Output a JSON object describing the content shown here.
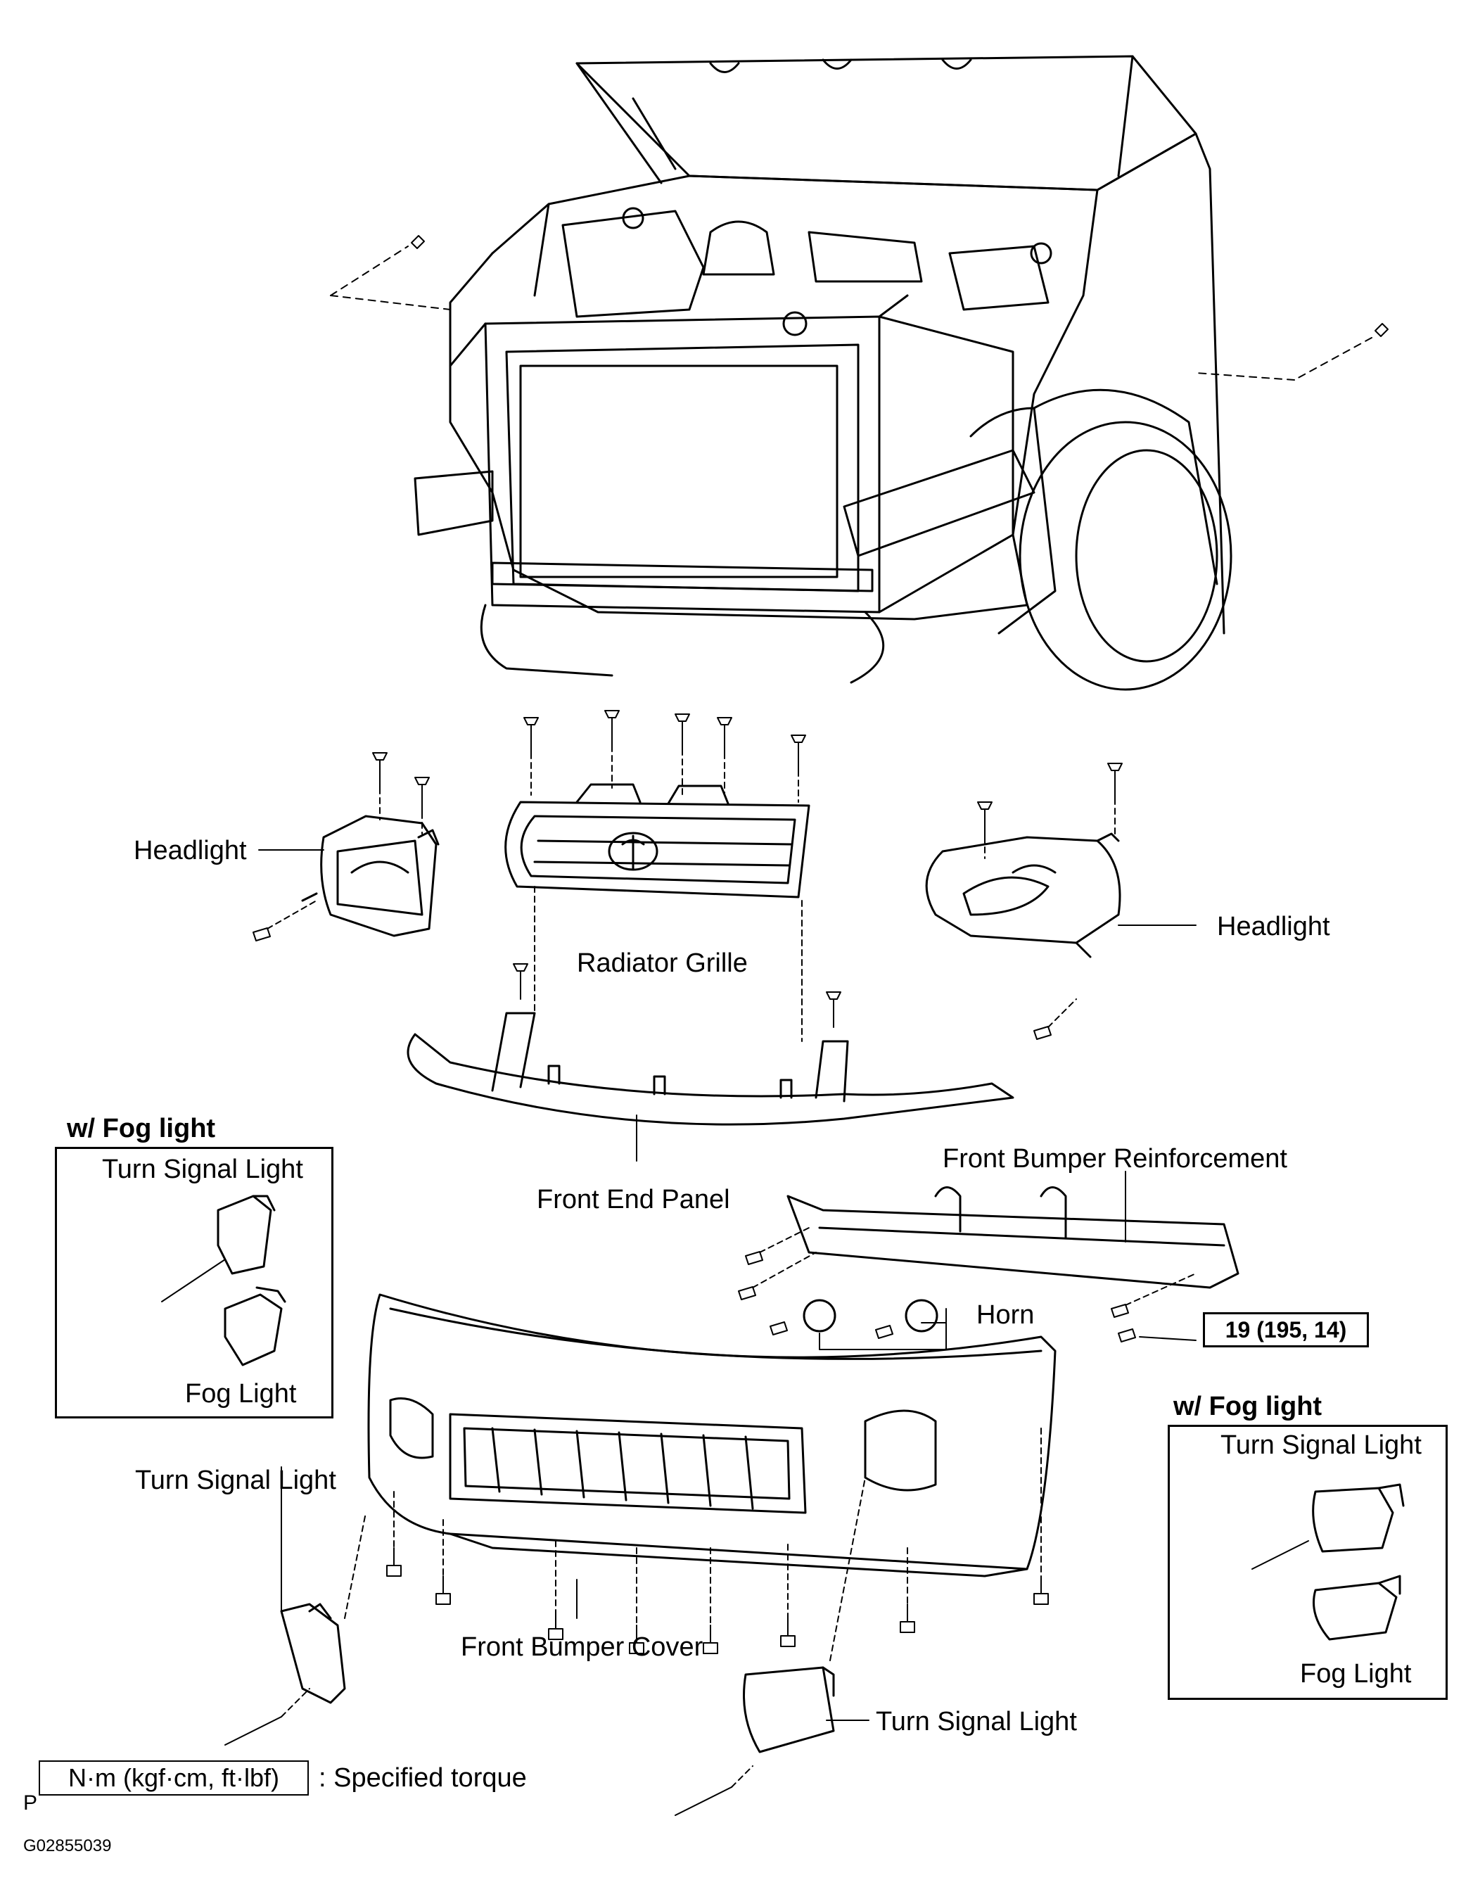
{
  "labels": {
    "headlight_left": "Headlight",
    "headlight_right": "Headlight",
    "radiator_grille": "Radiator Grille",
    "front_end_panel": "Front End Panel",
    "front_bumper_reinforcement": "Front Bumper Reinforcement",
    "horn": "Horn",
    "front_bumper_cover": "Front Bumper Cover",
    "turn_signal_light_left": "Turn Signal Light",
    "turn_signal_light_bottom": "Turn Signal Light"
  },
  "fog_inset_left": {
    "title": "w/ Fog light",
    "turn_signal_light": "Turn Signal Light",
    "fog_light": "Fog Light"
  },
  "fog_inset_right": {
    "title": "w/ Fog light",
    "turn_signal_light": "Turn Signal Light",
    "fog_light": "Fog Light"
  },
  "torque": {
    "value": "19 (195, 14)"
  },
  "legend": {
    "unit": "N·m (kgf·cm, ft·lbf)",
    "description": ": Specified torque"
  },
  "footer": {
    "page_mark": "P",
    "figure_id": "G02855039"
  }
}
